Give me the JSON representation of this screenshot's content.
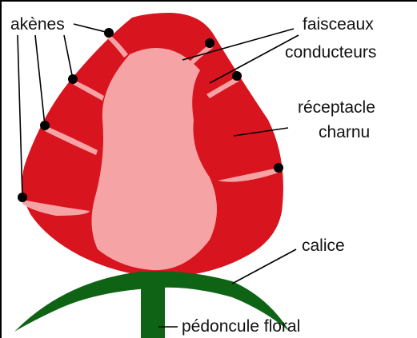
{
  "labels": {
    "akenes": "akènes",
    "faisceaux_line1": "faisceaux",
    "faisceaux_line2": "conducteurs",
    "receptacle_line1": "réceptacle",
    "receptacle_line2": "charnu",
    "calice": "calice",
    "pedoncule": "pédoncule floral"
  },
  "colors": {
    "fruit_red": "#d8141e",
    "receptacle_pink": "#f6a3a5",
    "sepal_green": "#0e6414",
    "outline": "#000000"
  }
}
